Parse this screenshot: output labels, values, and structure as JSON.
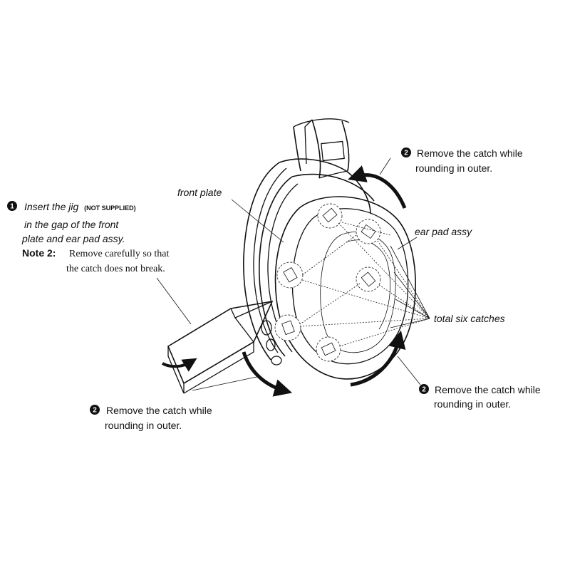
{
  "labels": {
    "front_plate": "front plate",
    "ear_pad_assy": "ear pad assy",
    "total_six_catches": "total six catches"
  },
  "steps": {
    "step1": {
      "number": "1",
      "line1_prefix": "Insert the jig",
      "line1_suffix": "(NOT SUPPLIED)",
      "line2": "in the gap of the front",
      "line3": "plate and ear pad assy."
    },
    "note2": {
      "label": "Note 2:",
      "line1": "Remove carefully so that",
      "line2": "the catch does not break."
    },
    "step2_top": {
      "number": "2",
      "line1": "Remove the catch while",
      "line2": "rounding in outer."
    },
    "step2_left": {
      "number": "2",
      "line1": "Remove the catch while",
      "line2": "rounding in outer."
    },
    "step2_right": {
      "number": "2",
      "line1": "Remove the catch while",
      "line2": "rounding in outer."
    }
  },
  "colors": {
    "ink": "#111111",
    "background": "#ffffff"
  }
}
